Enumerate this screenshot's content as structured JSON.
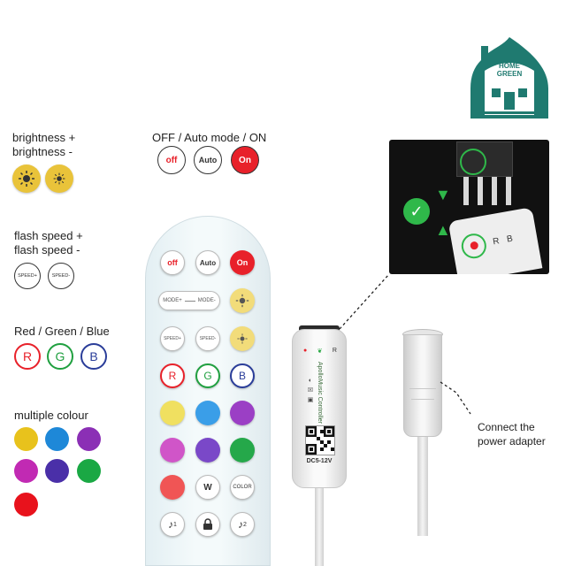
{
  "logo": {
    "line1": "HOME",
    "line2": "GREEN",
    "color": "#1f7a70"
  },
  "legend": {
    "brightness": {
      "line1": "brightness +",
      "line2": "brightness -"
    },
    "power": {
      "title": "OFF / Auto mode / ON",
      "off": "off",
      "auto": "Auto",
      "on": "On"
    },
    "flash": {
      "line1": "flash speed +",
      "line2": "flash speed -",
      "plus": "SPEED+",
      "minus": "SPEED-"
    },
    "rgb": {
      "title": "Red / Green / Blue",
      "r": "R",
      "g": "G",
      "b": "B"
    },
    "multi": {
      "title": "multiple colour"
    }
  },
  "remote": {
    "off": "off",
    "auto": "Auto",
    "on": "On",
    "mode_plus": "MODE+",
    "mode_minus": "MODE-",
    "speed_plus": "SPEED+",
    "speed_minus": "SPEED-",
    "r": "R",
    "g": "G",
    "b": "B",
    "w": "W",
    "color": "COLOR",
    "music1": "1",
    "music2": "2"
  },
  "controller": {
    "brand": "ApolloMusic Controller",
    "voltage": "DC5-12V"
  },
  "photo": {
    "letters": [
      "R",
      "B"
    ]
  },
  "annotation": {
    "line1": "Connect the",
    "line2": "power adapter"
  },
  "colors": {
    "red": "#e8212a",
    "green": "#20a040",
    "blue": "#2a3d99",
    "swatches": [
      "#e8c21c",
      "#1e88d8",
      "#8b2fb5",
      "#c12ab3",
      "#4a2fa8",
      "#1aa844",
      "#e8121c"
    ]
  }
}
